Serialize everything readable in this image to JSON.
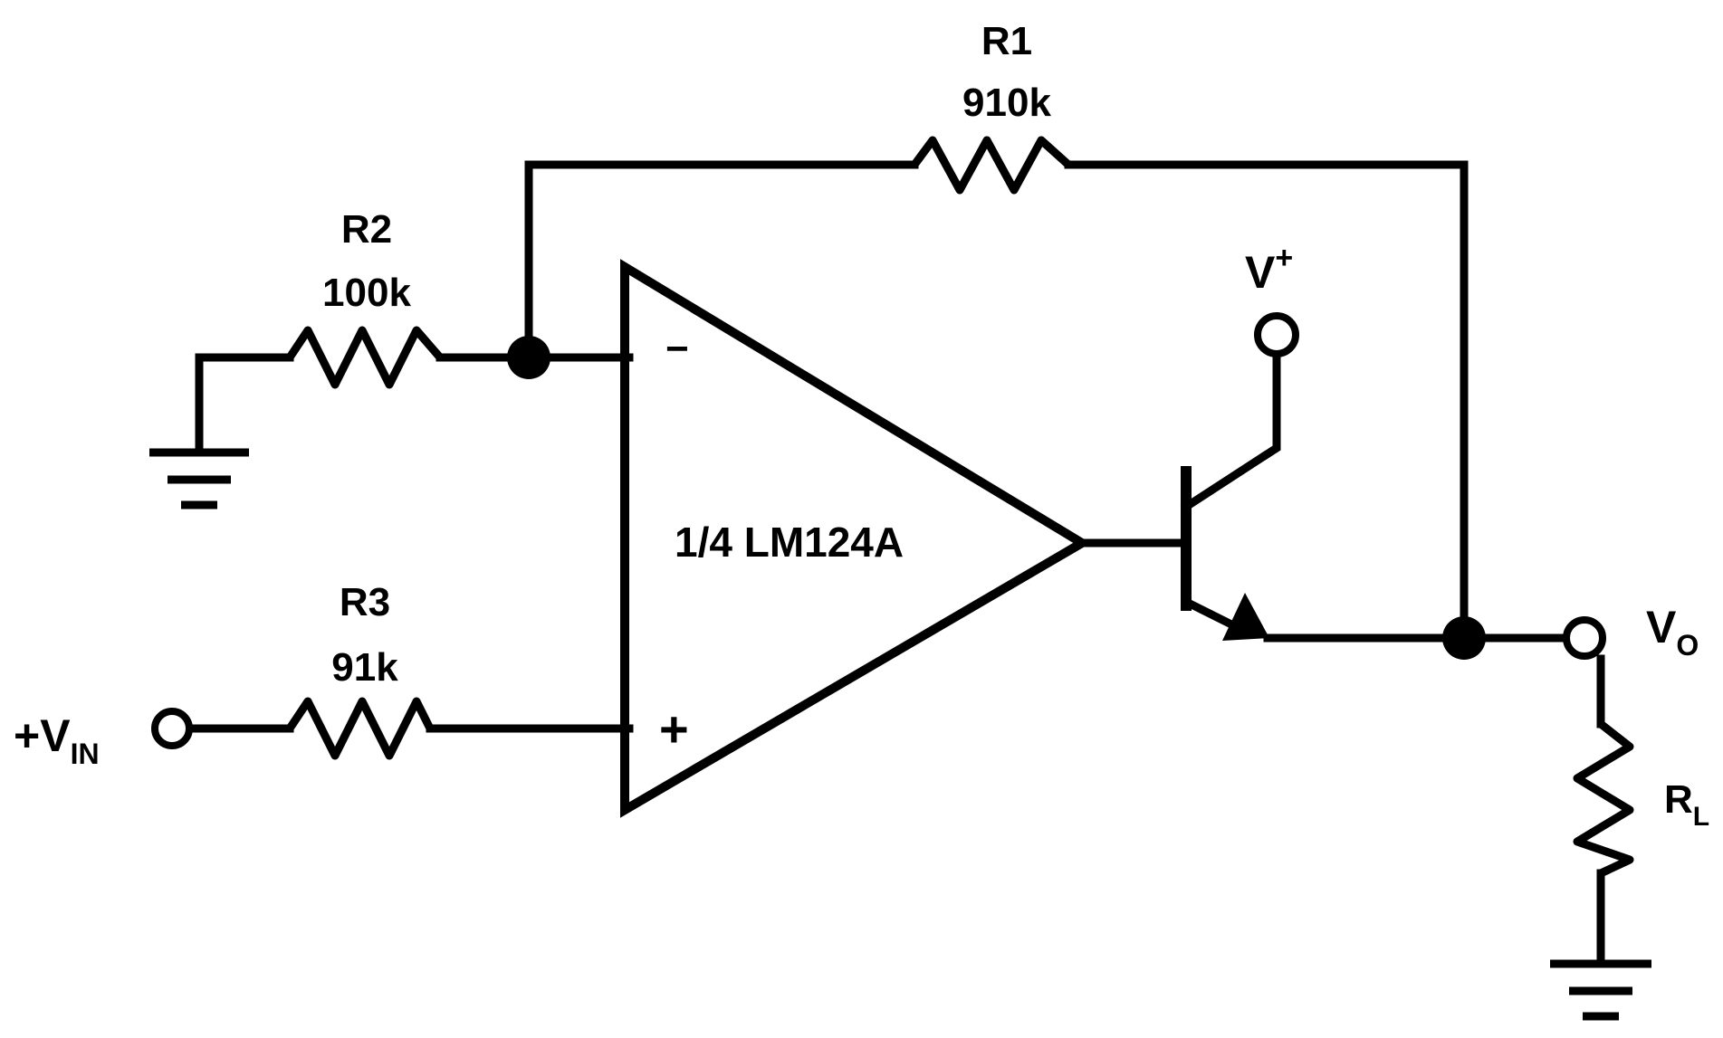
{
  "components": {
    "opamp": {
      "label": "1/4 LM124A",
      "inverting_symbol": "−",
      "noninverting_symbol": "+"
    },
    "r1": {
      "name": "R1",
      "value": "910k"
    },
    "r2": {
      "name": "R2",
      "value": "100k"
    },
    "r3": {
      "name": "R3",
      "value": "91k"
    },
    "rl": {
      "name": "R",
      "subscript": "L"
    }
  },
  "terminals": {
    "vin": {
      "prefix": "+V",
      "subscript": "IN"
    },
    "vplus": {
      "base": "V",
      "superscript": "+"
    },
    "vo": {
      "base": "V",
      "subscript": "O"
    }
  }
}
